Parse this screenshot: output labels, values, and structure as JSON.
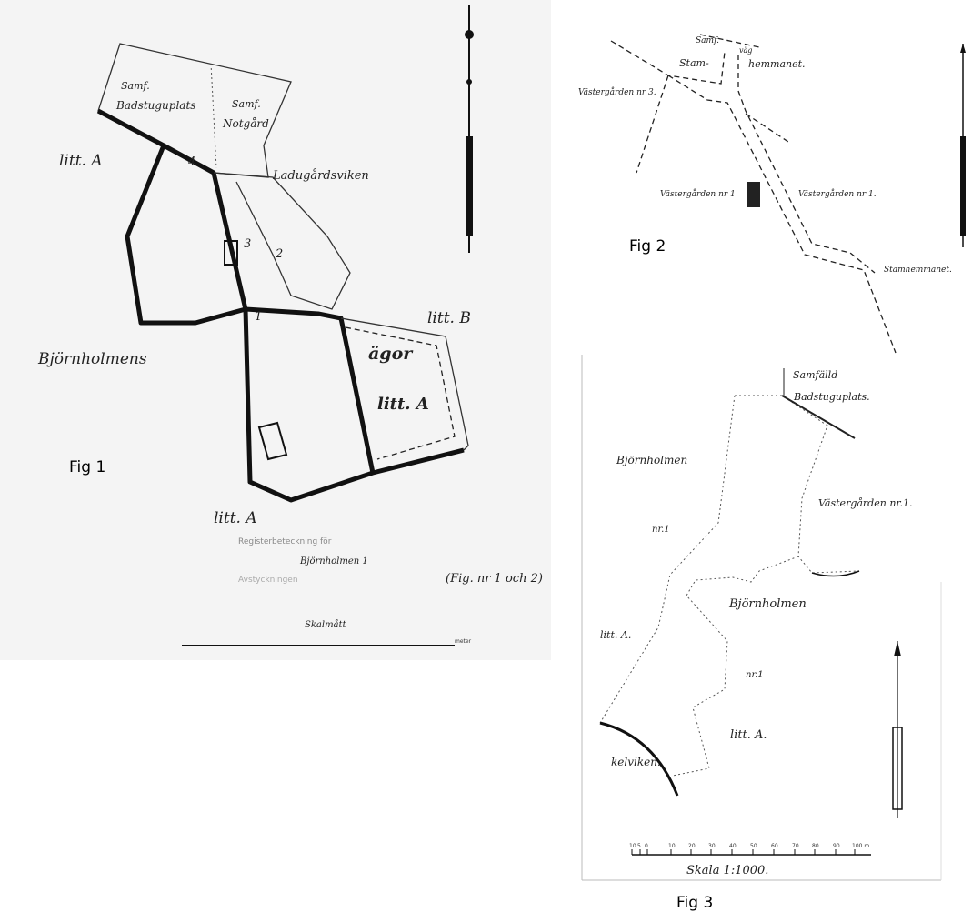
{
  "fig1": {
    "caption": "Fig 1",
    "labels": {
      "samf1": "Samf.",
      "badstuguplats": "Badstuguplats",
      "samf2": "Samf.",
      "notgard": "Notgård",
      "litt_a_top": "litt. A",
      "ladugardsviken": "Ladugårdsviken",
      "litt_b": "litt. B",
      "bjornholmens": "Björnholmens",
      "agor": "ägor",
      "litt_a_mid": "litt. A",
      "litt_a_bottom": "litt. A",
      "n1": "1",
      "n2": "2",
      "n3": "3",
      "n4": "4"
    },
    "legend": {
      "line1": "Registerbeteckning för",
      "line2": "Björnholmen 1",
      "line3": "Avstyckningen",
      "note": "(Fig. nr 1 och 2)"
    },
    "scale_title": "Skalmått",
    "scale_unit": "meter"
  },
  "fig2": {
    "caption": "Fig 2",
    "labels": {
      "samf": "Samf.",
      "vag": "väg",
      "stam": "Stam-",
      "hemmanet": "hemmanet.",
      "vastergarden3": "Västergården nr 3.",
      "vastergarden1_left": "Västergården nr 1",
      "vastergarden1_right": "Västergården nr 1.",
      "stamhemmanet": "Stamhemmanet."
    }
  },
  "fig3": {
    "caption": "Fig 3",
    "labels": {
      "samfalld": "Samfälld",
      "badstuguplats": "Badstuguplats.",
      "bjornholmen_top": "Björnholmen",
      "nr1_top": "nr.1",
      "vastergarden": "Västergården nr.1.",
      "bjornholmen_mid": "Björnholmen",
      "nr1_mid": "nr.1",
      "litt_a_left": "litt. A.",
      "litt_a_right": "litt. A.",
      "viken": "kelviken."
    },
    "scale_ticks": [
      "10",
      "5",
      "0",
      "10",
      "20",
      "30",
      "40",
      "50",
      "60",
      "70",
      "80",
      "90",
      "100 m."
    ],
    "scale_title": "Skala 1:1000."
  }
}
